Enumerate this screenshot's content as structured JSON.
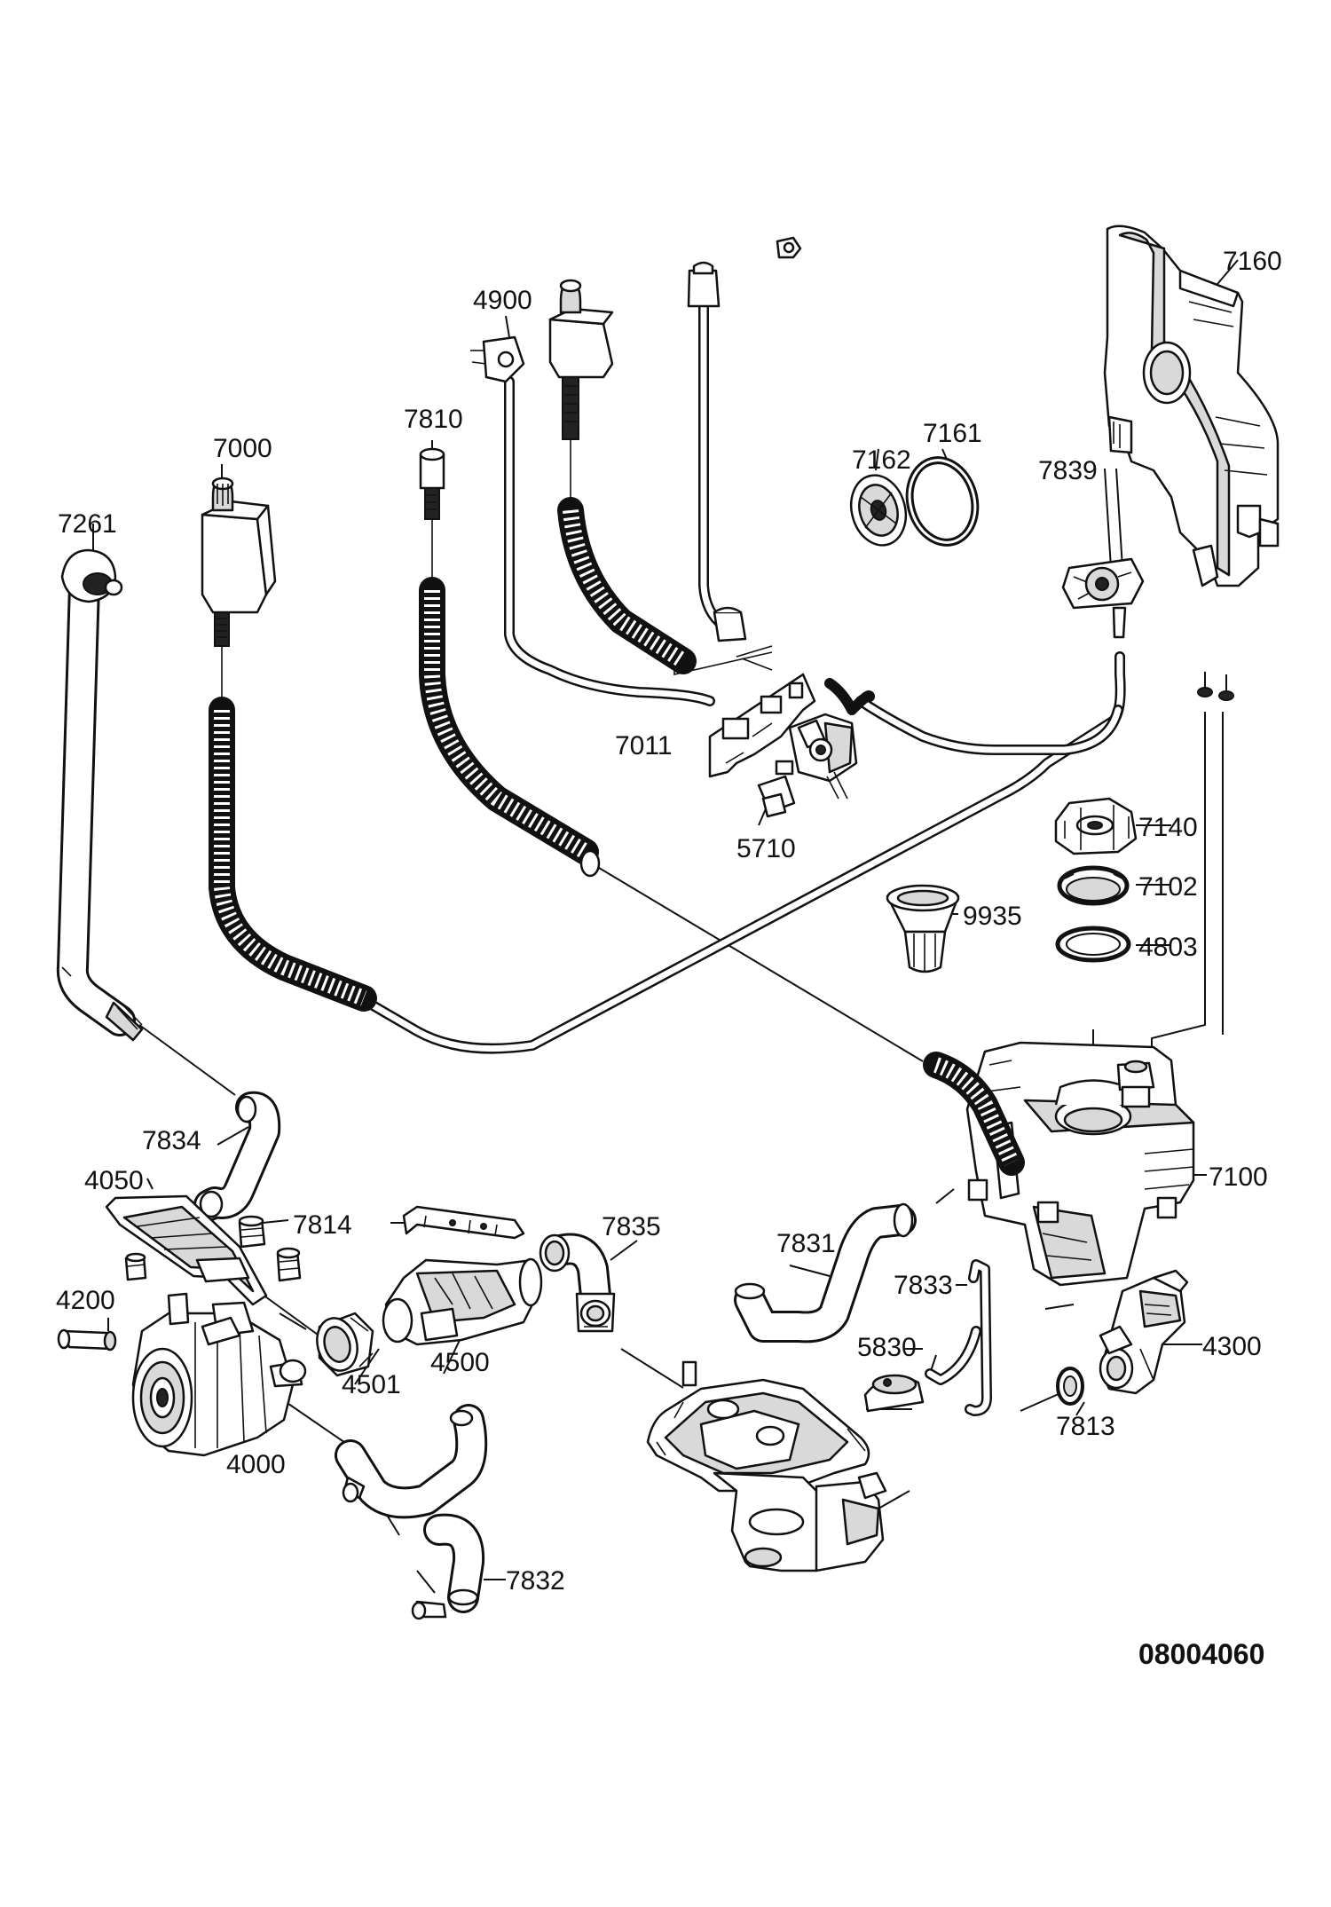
{
  "diagram_id": "08004060",
  "parts": [
    {
      "key": "p7261",
      "number": "7261"
    },
    {
      "key": "p7000",
      "number": "7000"
    },
    {
      "key": "p7810",
      "number": "7810"
    },
    {
      "key": "p4900",
      "number": "4900"
    },
    {
      "key": "p7162",
      "number": "7162"
    },
    {
      "key": "p7161",
      "number": "7161"
    },
    {
      "key": "p7160",
      "number": "7160"
    },
    {
      "key": "p7839",
      "number": "7839"
    },
    {
      "key": "p7011",
      "number": "7011"
    },
    {
      "key": "p5710",
      "number": "5710"
    },
    {
      "key": "p7140",
      "number": "7140"
    },
    {
      "key": "p7102",
      "number": "7102"
    },
    {
      "key": "p9935",
      "number": "9935"
    },
    {
      "key": "p4803",
      "number": "4803"
    },
    {
      "key": "p7100",
      "number": "7100"
    },
    {
      "key": "p7834",
      "number": "7834"
    },
    {
      "key": "p4050",
      "number": "4050"
    },
    {
      "key": "p7814",
      "number": "7814"
    },
    {
      "key": "p7835",
      "number": "7835"
    },
    {
      "key": "p7831",
      "number": "7831"
    },
    {
      "key": "p7833",
      "number": "7833"
    },
    {
      "key": "p4200",
      "number": "4200"
    },
    {
      "key": "p4501",
      "number": "4501"
    },
    {
      "key": "p4500",
      "number": "4500"
    },
    {
      "key": "p5830",
      "number": "5830"
    },
    {
      "key": "p4300",
      "number": "4300"
    },
    {
      "key": "p4000",
      "number": "4000"
    },
    {
      "key": "p7813",
      "number": "7813"
    },
    {
      "key": "p7832",
      "number": "7832"
    }
  ]
}
